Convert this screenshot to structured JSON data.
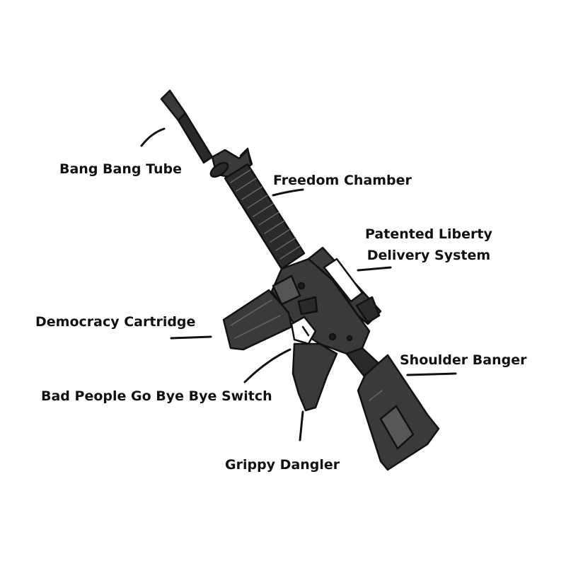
{
  "labels": {
    "bang_bang_tube": "Bang Bang Tube",
    "freedom_chamber": "Freedom Chamber",
    "liberty_line1": "Patented Liberty",
    "liberty_line2": "Delivery System",
    "democracy_cartridge": "Democracy Cartridge",
    "shoulder_banger": "Shoulder Banger",
    "bye_bye_switch": "Bad People Go Bye Bye Switch",
    "grippy_dangler": "Grippy Dangler"
  },
  "colors": {
    "ink": "#111111",
    "body": "#3a3a3a",
    "dark": "#1e1e1e",
    "light": "#575757",
    "background": "#ffffff"
  }
}
